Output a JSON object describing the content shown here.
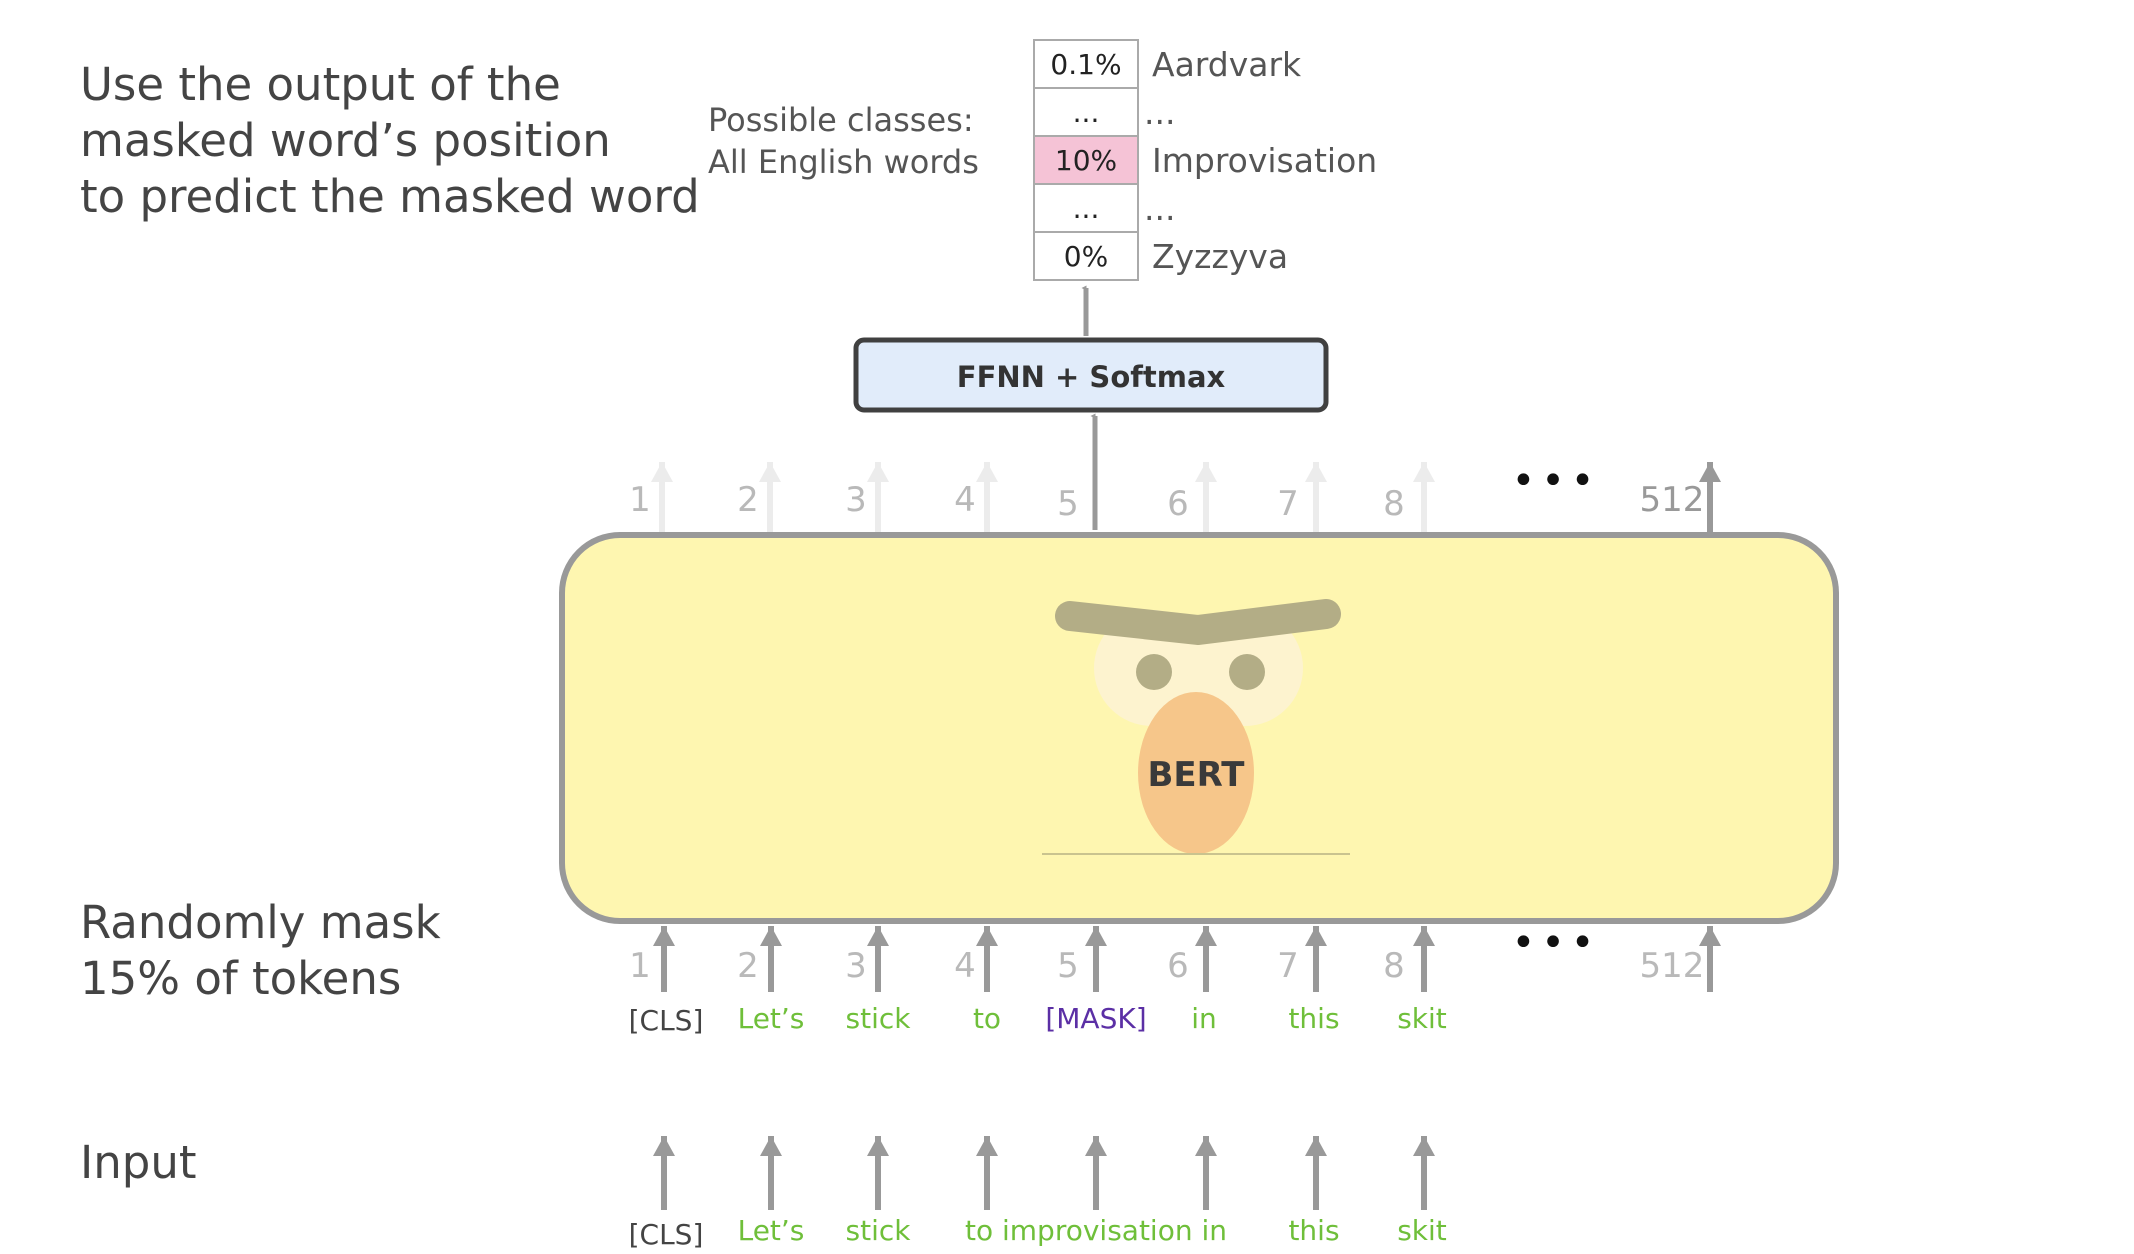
{
  "labels": {
    "top": [
      "Use the output of the",
      "masked word’s position",
      "to predict the masked word"
    ],
    "mask": [
      "Randomly mask",
      "15% of tokens"
    ],
    "input": "Input"
  },
  "classes_caption": [
    "Possible classes:",
    "All English words"
  ],
  "output_classes": [
    {
      "prob": "0.1%",
      "word": "Aardvark"
    },
    {
      "prob": "...",
      "word": "..."
    },
    {
      "prob": "10%",
      "word": "Improvisation"
    },
    {
      "prob": "...",
      "word": "..."
    },
    {
      "prob": "0%",
      "word": "Zyzzyva"
    }
  ],
  "ffnn_label": "FFNN + Softmax",
  "model_label": "BERT",
  "positions": [
    "1",
    "2",
    "3",
    "4",
    "5",
    "6",
    "7",
    "8",
    "512"
  ],
  "ellipsis": "•••",
  "masked_tokens": [
    "[CLS]",
    "Let’s",
    "stick",
    "to",
    "[MASK]",
    "in",
    "this",
    "skit"
  ],
  "input_tokens": [
    "[CLS]",
    "Let’s",
    "stick",
    "to improvisation in",
    "this",
    "skit"
  ],
  "colors": {
    "token_green": "#6fbf3a",
    "token_mask": "#5b2fa5",
    "token_cls": "#444444",
    "highlight": "#f5c3d6",
    "bert_body": "#fef6b0",
    "ffnn_fill": "#e1ecfa",
    "arrow": "#999999",
    "arrow_faint": "#ececec"
  }
}
